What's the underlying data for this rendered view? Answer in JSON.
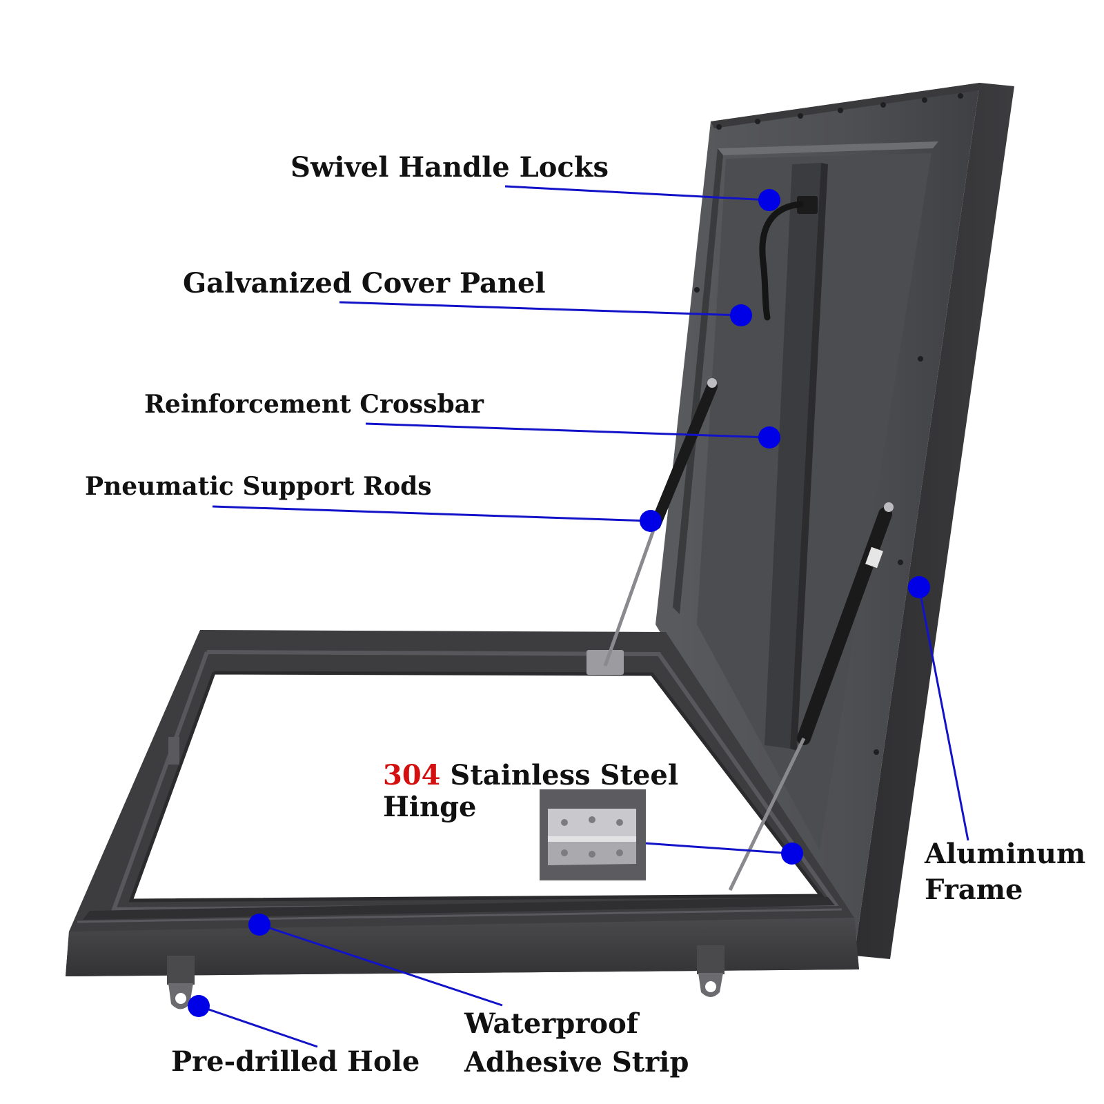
{
  "labels": {
    "swivel_handle_locks": "Swivel Handle Locks",
    "galvanized_cover_panel": "Galvanized Cover Panel",
    "reinforcement_crossbar": "Reinforcement Crossbar",
    "pneumatic_support_rods": "Pneumatic Support Rods",
    "hinge_number": "304",
    "hinge_rest": " Stainless Steel",
    "hinge_line2": "Hinge",
    "aluminum_line1": "Aluminum",
    "aluminum_line2": "Frame",
    "waterproof_line1": "Waterproof",
    "waterproof_line2": "Adhesive Strip",
    "pre_drilled_hole": "Pre-drilled Hole"
  },
  "colors": {
    "marker": "#0000e6",
    "leader_line": "#1212c8",
    "accent_number": "#d40f0f",
    "frame_dark": "#3b3b3d",
    "frame_mid": "#4b4b4e",
    "panel_face": "#56575a"
  }
}
